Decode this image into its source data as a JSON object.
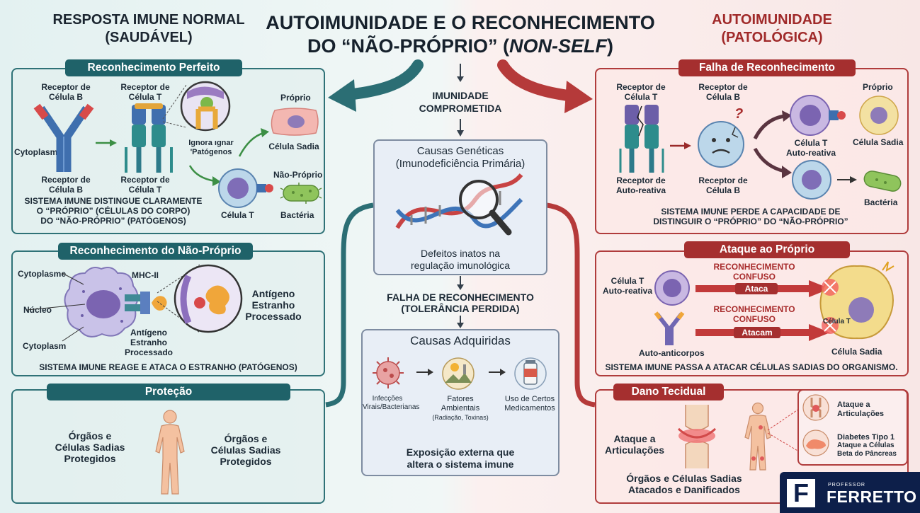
{
  "headings": {
    "left_line1": "RESPOSTA IMUNE NORMAL",
    "left_line2": "(SAUDÁVEL)",
    "center_line1": "AUTOIMUNIDADE E O RECONHECIMENTO",
    "center_line2_a": "DO “NÃO-PRÓPRIO” (",
    "center_line2_b": "NON-SELF",
    "center_line2_c": ")",
    "right_line1": "AUTOIMUNIDADE",
    "right_line2": "(PATOLÓGICA)"
  },
  "left": {
    "perfect": {
      "tab": "Reconhecimento Perfeito",
      "receptor_b_top_1": "Receptor de",
      "receptor_b_top_2": "Célula B",
      "receptor_t_top_1": "Receptor de",
      "receptor_t_top_2": "Célula T",
      "cytoplasm": "Cytoplasm",
      "receptor_b_bottom_1": "Receptor de",
      "receptor_b_bottom_2": "Célula B",
      "receptor_t_bottom_1": "Receptor de",
      "receptor_t_bottom_2": "Célula T",
      "ignore_1": "Ignora ıgnar",
      "ignore_2": "'Patógenos",
      "proprio": "Próprio",
      "celula_sadia": "Célula Sadia",
      "nao_proprio": "Não-Próprio",
      "celula_t": "Célula T",
      "bacteria": "Bactéria",
      "caption_1": "SISTEMA IMUNE DISTINGUE CLARAMENTE",
      "caption_2": "O “PRÓPRIO” (CÉLULAS DO CORPO)",
      "caption_3": "DO “NÃO-PRÓPRIO” (PATÓGENOS)"
    },
    "nonself": {
      "tab": "Reconhecimento do Não-Próprio",
      "cytoplasme": "Cytoplasme",
      "nucleo": "Núcleo",
      "cytoplasm": "Cytoplasm",
      "mhc": "MHC-II",
      "antigen_small_1": "Antígeno",
      "antigen_small_2": "Estranho",
      "antigen_small_3": "Processado",
      "antigen_big_1": "Antígeno",
      "antigen_big_2": "Estranho",
      "antigen_big_3": "Processado",
      "caption": "SISTEMA IMUNE REAGE E ATACA O ESTRANHO (PATÓGENOS)"
    },
    "protection": {
      "tab": "Proteção",
      "left_1": "Órgãos e",
      "left_2": "Células Sadias",
      "left_3": "Protegidos",
      "right_1": "Órgãos e",
      "right_2": "Células Sadias",
      "right_3": "Protegidos"
    }
  },
  "center": {
    "compromised_1": "IMUNIDADE",
    "compromised_2": "COMPROMETIDA",
    "genetic": {
      "title_1": "Causas Genéticas",
      "title_2": "(Imunodeficiência Primária)",
      "desc_1": "Defeitos inatos na",
      "desc_2": "regulação imunológica"
    },
    "failure_1": "FALHA DE RECONHECIMENTO",
    "failure_2": "(TOLERÂNCIA PERDIDA)",
    "acquired": {
      "title": "Causas Adquiridas",
      "infect_1": "Infecções",
      "infect_2": "Virais/Bacterianas",
      "env_1": "Fatores",
      "env_2": "Ambientais",
      "env_3": "(Radiação, Toxinas)",
      "med_1": "Uso de Certos",
      "med_2": "Medicamentos",
      "desc_1": "Exposição externa que",
      "desc_2": "altera o sistema imune"
    }
  },
  "right": {
    "failure": {
      "tab": "Falha de Reconhecimento",
      "receptor_t_1": "Receptor de",
      "receptor_t_2": "Célula T",
      "receptor_b_1": "Receptor de",
      "receptor_b_2": "Célula B",
      "question": "?",
      "proprio": "Próprio",
      "celula_t_1": "Célula T",
      "celula_t_2": "Auto-reativa",
      "celula_sadia": "Célula Sadia",
      "receptor_auto_1": "Receptor de",
      "receptor_auto_2": "Auto-reativa",
      "receptor_b_bottom_1": "Receptor de",
      "receptor_b_bottom_2": "Célula B",
      "bacteria": "Bactéria",
      "caption_1": "SISTEMA IMUNE PERDE A CAPACIDADE DE",
      "caption_2": "DISTINGUIR O “PRÓPRIO” DO “NÃO-PRÓPRIO”"
    },
    "attack": {
      "tab": "Ataque ao Próprio",
      "celula_t_1": "Célula T",
      "celula_t_2": "Auto-reativa",
      "confuso1_1": "RECONHECIMENTO",
      "confuso1_2": "CONFUSO",
      "ataca": "Ataca",
      "confuso2_1": "RECONHECIMENTO",
      "confuso2_2": "CONFUSO",
      "atacam": "Atacam",
      "autoanti": "Auto-anticorpos",
      "celula_t_small": "Célula T",
      "celula_sadia": "Célula Sadia",
      "caption": "SISTEMA IMUNE PASSA A ATACAR CÉLULAS SADIAS DO ORGANISMO."
    },
    "damage": {
      "tab": "Dano Tecidual",
      "joint_1": "Ataque a",
      "joint_2": "Articulações",
      "bottom_1": "Órgãos e Células Sadias",
      "bottom_2": "Atacados e Danificados",
      "item1_1": "Ataque a",
      "item1_2": "Articulações",
      "item2_1": "Diabetes Tipo 1",
      "item2_2": "Ataque a Células",
      "item2_3": "Beta do Pâncreas"
    }
  },
  "logo": {
    "letter": "F",
    "small": "PROFESSOR",
    "big": "FERRETTO"
  },
  "colors": {
    "teal": "#1f6269",
    "red": "#a52f2f",
    "center_border": "#7e8ca1"
  }
}
